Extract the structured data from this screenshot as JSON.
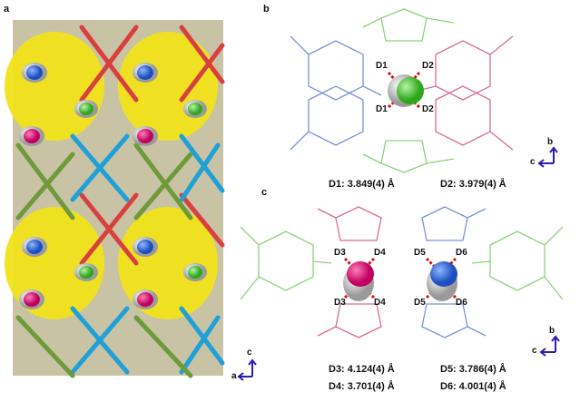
{
  "panels": {
    "a": {
      "label": "a",
      "axes": {
        "vertical": "c",
        "horizontal": "a"
      }
    },
    "b": {
      "label": "b",
      "contacts": [
        "D1",
        "D2",
        "D1",
        "D2"
      ],
      "distances": [
        {
          "name": "D1",
          "text": "D1: 3.849(4) Å"
        },
        {
          "name": "D2",
          "text": "D2: 3.979(4) Å"
        }
      ],
      "axes": {
        "vertical": "b",
        "horizontal": "c"
      }
    },
    "c": {
      "label": "c",
      "contacts": [
        "D3",
        "D4",
        "D5",
        "D6",
        "D3",
        "D4",
        "D5",
        "D6"
      ],
      "distances": [
        {
          "name": "D3",
          "text": "D3: 4.124(4) Å"
        },
        {
          "name": "D5",
          "text": "D5: 3.786(4) Å"
        },
        {
          "name": "D4",
          "text": "D4: 3.701(4) Å"
        },
        {
          "name": "D6",
          "text": "D6: 4.001(4) Å"
        }
      ],
      "axes": {
        "vertical": "b",
        "horizontal": "c"
      }
    }
  },
  "colors": {
    "green": "#55c63d",
    "pink": "#e8147a",
    "blue": "#2d6fe0",
    "red": "#d23c3c",
    "cyan": "#1e9ed6",
    "olive": "#6e9a3a",
    "yellow": "#f2e41c",
    "wire_blue": "#7d93d8",
    "wire_pink": "#d96b9a",
    "wire_green": "#8fd27d",
    "axis": "#2b1fb0"
  }
}
